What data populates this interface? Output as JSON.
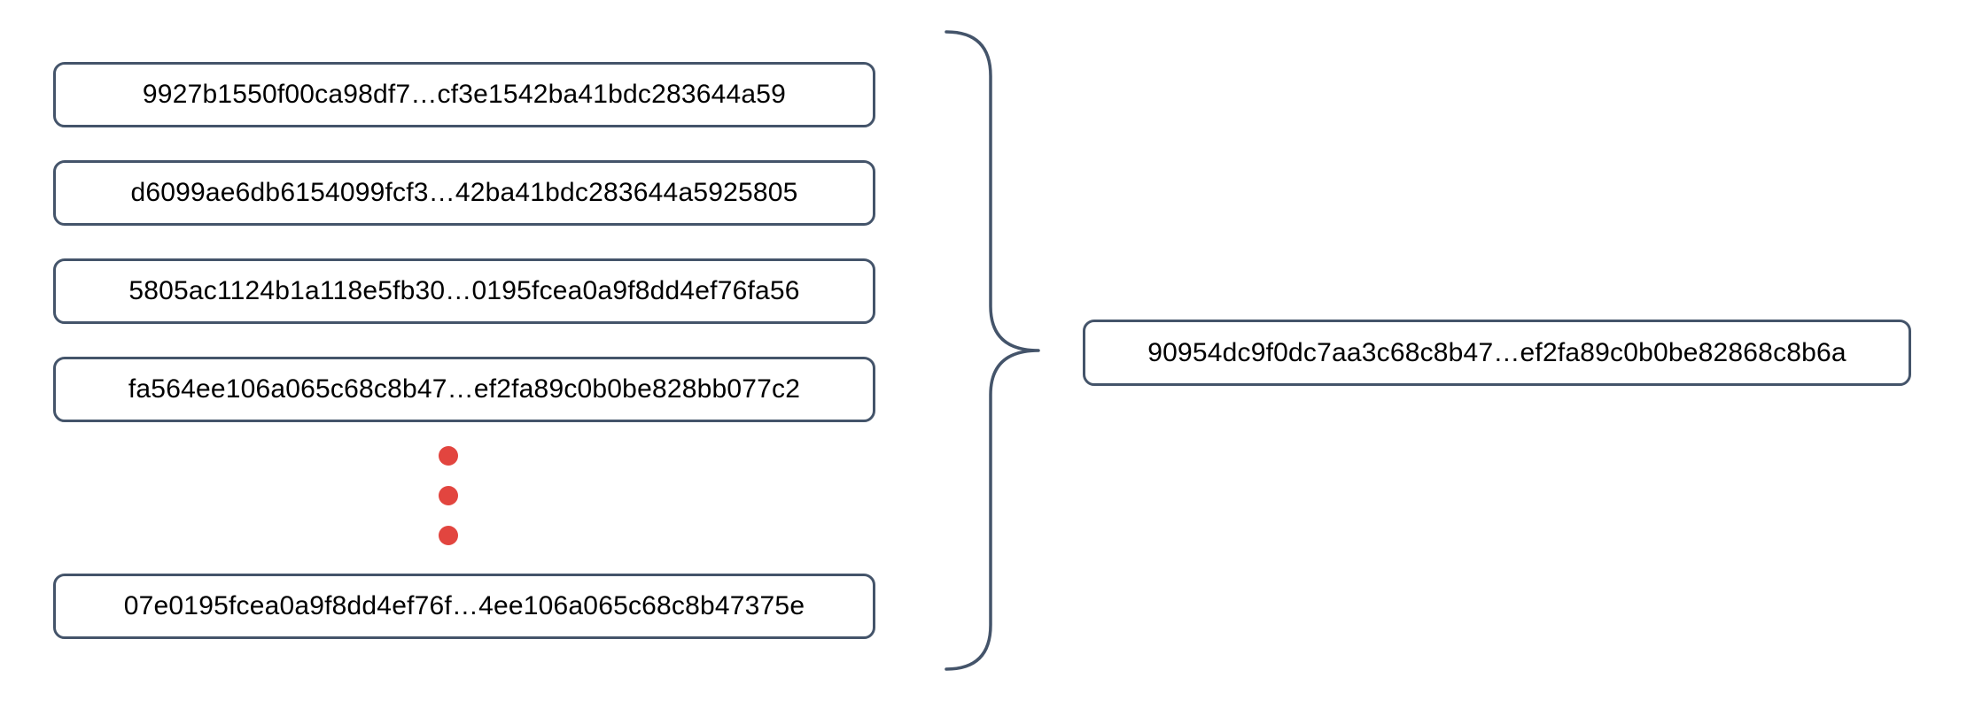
{
  "colors": {
    "outline": "#44546A",
    "ellipsis_dot": "#E2453F",
    "text": "#000000",
    "background": "#FFFFFF"
  },
  "diagram": {
    "input_hashes": [
      "9927b1550f00ca98df7…cf3e1542ba41bdc283644a59",
      "d6099ae6db6154099fcf3…42ba41bdc283644a5925805",
      "5805ac1124b1a118e5fb30…0195fcea0a9f8dd4ef76fa56",
      "fa564ee106a065c68c8b47…ef2fa89c0b0be828bb077c2",
      "07e0195fcea0a9f8dd4ef76f…4ee106a065c68c8b47375e"
    ],
    "output_hash": "90954dc9f0dc7aa3c68c8b47…ef2fa89c0b0be82868c8b6a",
    "icons": {
      "ellipsis": "vertical-ellipsis-dots",
      "brace": "right-curly-brace"
    },
    "ellipsis_dot_count": 3
  }
}
